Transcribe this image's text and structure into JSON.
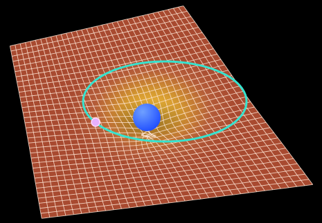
{
  "scene": {
    "background_color": "#000000",
    "sheet_edge_color": "#a84a30",
    "sheet_center_glow_colors": [
      "#ffd23a",
      "#d9a22f",
      "#b65f3a",
      "#a84a30"
    ],
    "grid_line_color": "#ffe6d6",
    "orbit_color": "#36e3cf",
    "central_body_color": "#1f4dff",
    "central_body_highlight_color": "#6fa0ff",
    "orbiting_body_color": "#e7b0ff",
    "orbiting_body_rim_color": "#ffd9ff"
  },
  "elements": {
    "sheet": "spacetime-grid",
    "central_body": "central-mass",
    "orbit": "orbit-path",
    "orbiting_body": "orbiting-body"
  }
}
